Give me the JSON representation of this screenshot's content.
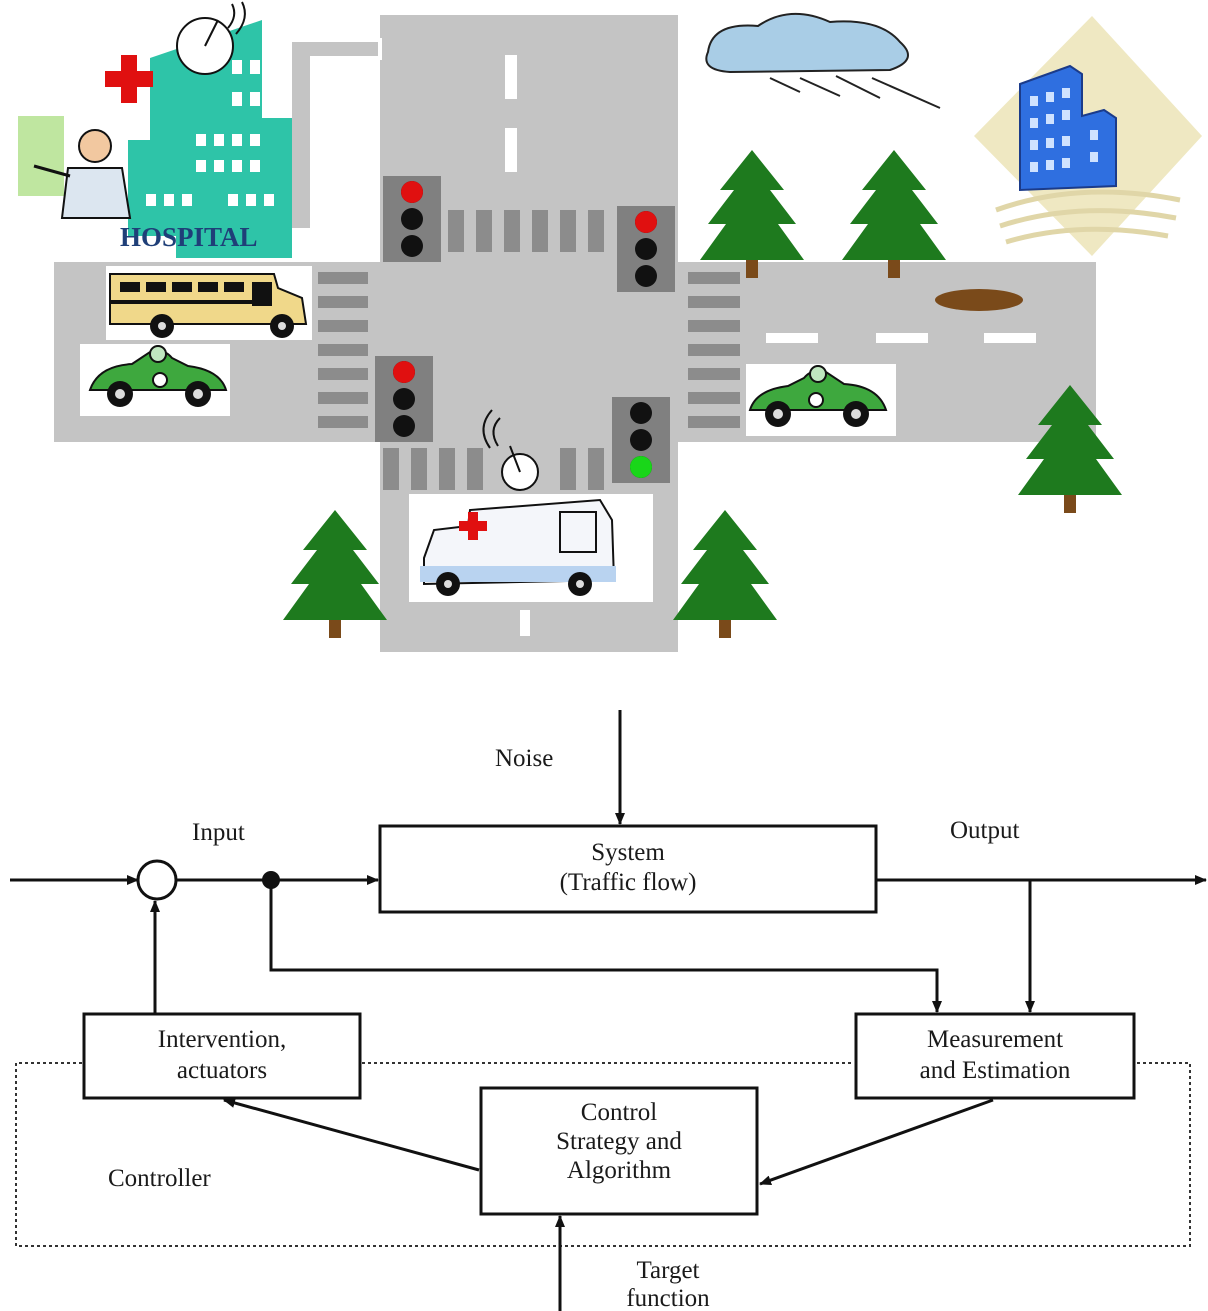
{
  "illustration": {
    "hospital_sign": "HOSPITAL",
    "colors": {
      "road": "#c4c4c4",
      "crosswalk": "#8c8c8c",
      "tree": "#1e7a1e",
      "hospital": "#2ec4a8",
      "light_red": "#e01010",
      "light_green": "#19d619",
      "building": "#2f6fe0"
    }
  },
  "diagram": {
    "noise": "Noise",
    "input": "Input",
    "output": "Output",
    "system_line1": "System",
    "system_line2": "(Traffic flow)",
    "intervention_line1": "Intervention,",
    "intervention_line2": "actuators",
    "measurement_line1": "Measurement",
    "measurement_line2": "and Estimation",
    "control_line1": "Control",
    "control_line2": "Strategy and",
    "control_line3": "Algorithm",
    "controller": "Controller",
    "target_line1": "Target",
    "target_line2": "function"
  }
}
